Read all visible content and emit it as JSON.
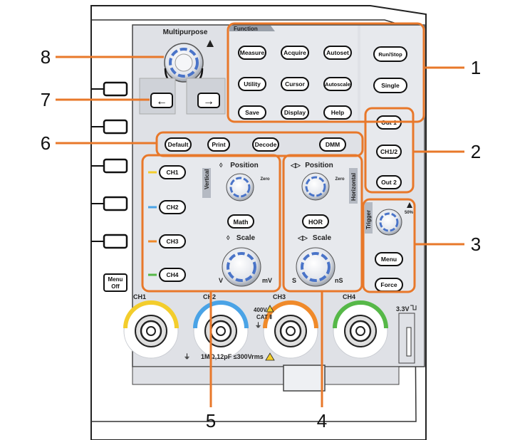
{
  "panel": {
    "multipurpose_label": "Multipurpose",
    "function_tab": "Function",
    "vertical_tab": "Vertical",
    "horizontal_tab": "Horizontal",
    "trigger_tab": "Trigger",
    "knob_zero": "Zero",
    "knob_fifty": "50%",
    "position_label": "Position",
    "scale_label": "Scale",
    "v_label": "V",
    "mv_label": "mV",
    "s_label": "S",
    "ns_label": "nS",
    "menu_off_line1": "Menu",
    "menu_off_line2": "Off",
    "voltage_warning_1": "400V",
    "voltage_warning_2": "CAT Ⅱ",
    "input_spec": "1MΩ,12pF ≤300Vrms",
    "aux_voltage": "3.3V"
  },
  "function_buttons": [
    "Measure",
    "Acquire",
    "Autoset",
    "Utility",
    "Cursor",
    "Autoscale",
    "Save",
    "Display",
    "Help"
  ],
  "run_buttons": [
    "Run/Stop",
    "Single"
  ],
  "output_buttons": [
    "Out 1",
    "CH1/2",
    "Out 2"
  ],
  "row_buttons": [
    "Default",
    "Print",
    "Decode",
    "DMM"
  ],
  "channel_buttons": [
    "CH1",
    "CH2",
    "CH3",
    "CH4"
  ],
  "channel_colors": [
    "#f3cd2c",
    "#4aa3e6",
    "#f08a2a",
    "#56b848"
  ],
  "vertical_math": "Math",
  "horizontal_hor": "HOR",
  "trigger_buttons": [
    "Menu",
    "Force"
  ],
  "bnc_labels": [
    "CH1",
    "CH2",
    "CH3",
    "CH4"
  ],
  "callouts": [
    "1",
    "2",
    "3",
    "4",
    "5",
    "6",
    "7",
    "8"
  ],
  "highlight_color": "#e8782a"
}
